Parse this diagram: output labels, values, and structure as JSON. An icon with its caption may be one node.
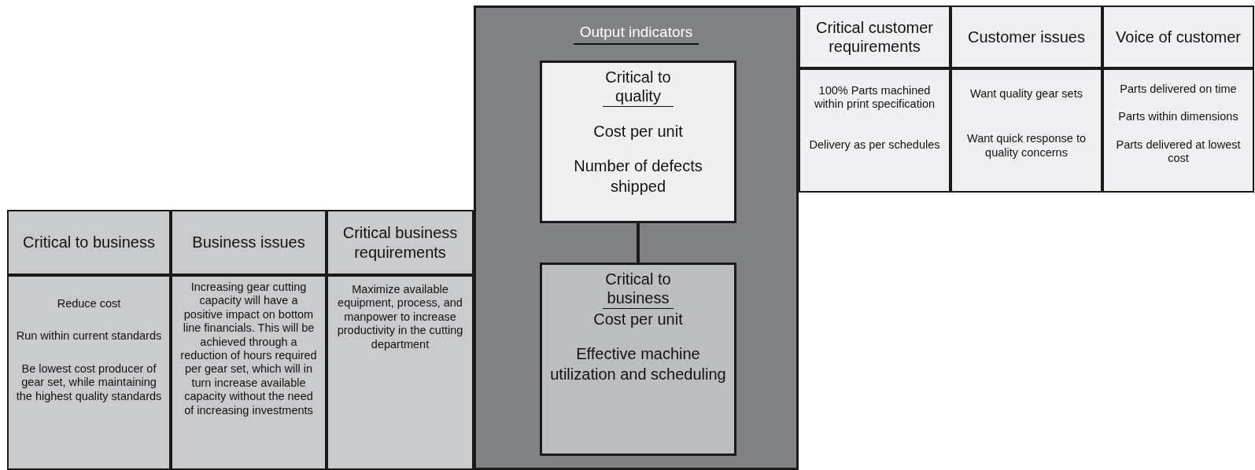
{
  "diagram": {
    "nodes": [
      {
        "text": [
          "Output indicators"
        ]
      },
      {
        "text": [
          "Critical to quality",
          "Cost per unit",
          "Number of defects shipped"
        ],
        "in": 0
      },
      {
        "text": [
          "Critical to business",
          "Cost per unit",
          "Effective machine utilization and scheduling"
        ],
        "in": 0
      },
      {
        "text": [
          "Critical customer requirements"
        ]
      },
      {
        "text": [
          "Customer issues"
        ]
      },
      {
        "text": [
          "Voice of customer"
        ]
      },
      {
        "text": [
          "100% Parts machined within print specification",
          "Delivery as per schedules"
        ]
      },
      {
        "text": [
          "Want quality gear sets",
          "Want quick response to quality concerns"
        ]
      },
      {
        "text": [
          "Parts delivered on time",
          "Parts within dimensions",
          "Parts delivered at lowest cost"
        ]
      },
      {
        "text": [
          "Critical to business"
        ]
      },
      {
        "text": [
          "Business issues"
        ]
      },
      {
        "text": [
          "Critical business requirements"
        ]
      },
      {
        "text": [
          "Reduce cost",
          "Run within current standards",
          "Be lowest cost producer of gear set, while maintaining the highest quality standards"
        ]
      },
      {
        "text": [
          "Increasing gear cutting capacity will have a positive impact on bottom line financials. This will be achieved through a reduction of hours required per gear set, which will in turn increase available capacity without the need of increasing investments"
        ]
      },
      {
        "text": [
          "Maximize available equipment, process, and manpower to increase productivity in the cutting department"
        ]
      }
    ],
    "edges": [
      {
        "from": 1,
        "to": 2,
        "arrow": "none"
      }
    ]
  }
}
